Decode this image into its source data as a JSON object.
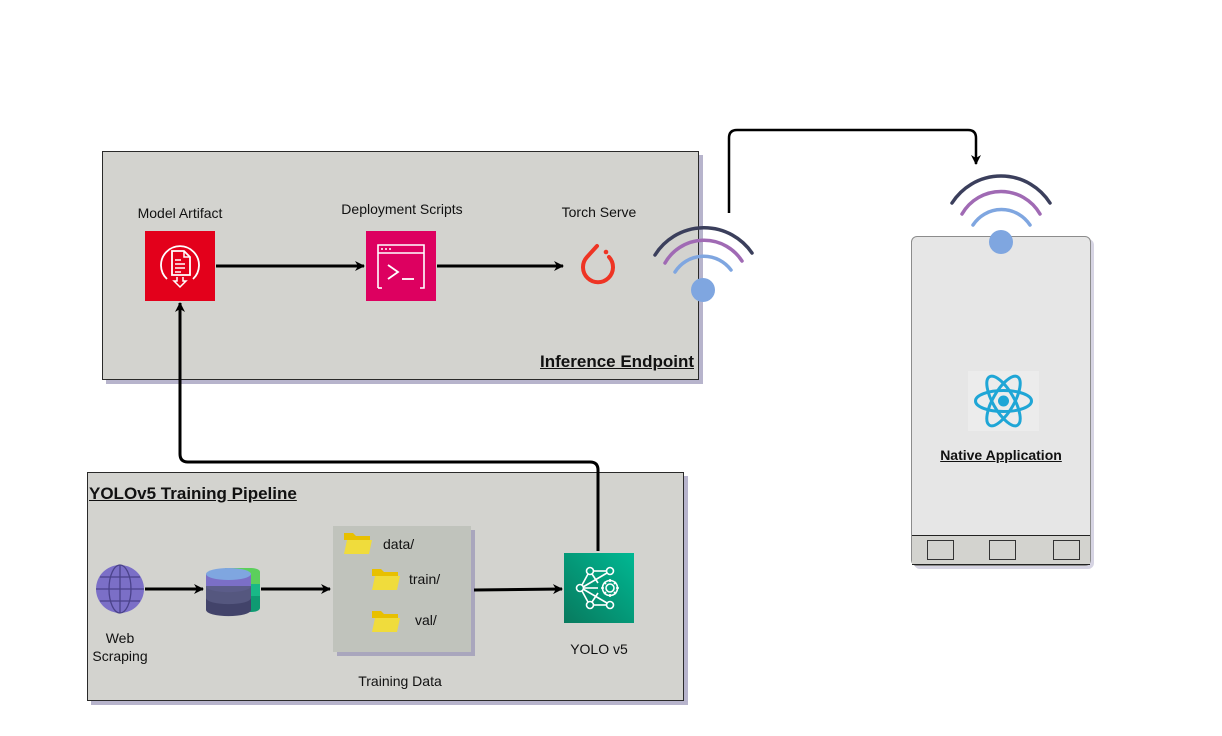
{
  "inference_endpoint": {
    "title": "Inference Endpoint",
    "nodes": [
      {
        "label": "Model Artifact",
        "icon": "model-artifact-icon",
        "color": "#e3001b"
      },
      {
        "label": "Deployment Scripts",
        "icon": "terminal-icon",
        "color": "#dd0060"
      },
      {
        "label": "Torch Serve",
        "icon": "pytorch-icon",
        "color": "#ee3424"
      }
    ]
  },
  "training_pipeline": {
    "title": "YOLOv5 Training Pipeline",
    "web_scraping": {
      "label": "Web Scraping",
      "icon": "globe-icon",
      "color": "#7b6fc7"
    },
    "database": {
      "icon": "database-icon"
    },
    "training_data": {
      "label": "Training Data",
      "folders": [
        "data/",
        "train/",
        "val/"
      ]
    },
    "yolo": {
      "label": "YOLO v5",
      "icon": "ml-network-icon",
      "color": "#0f8b74"
    }
  },
  "native_app": {
    "title": "Native Application",
    "icon": "react-icon",
    "color": "#1fa6d6"
  },
  "wifi_colors": [
    "#3b3f5c",
    "#a06ab4",
    "#7fa6e0"
  ]
}
